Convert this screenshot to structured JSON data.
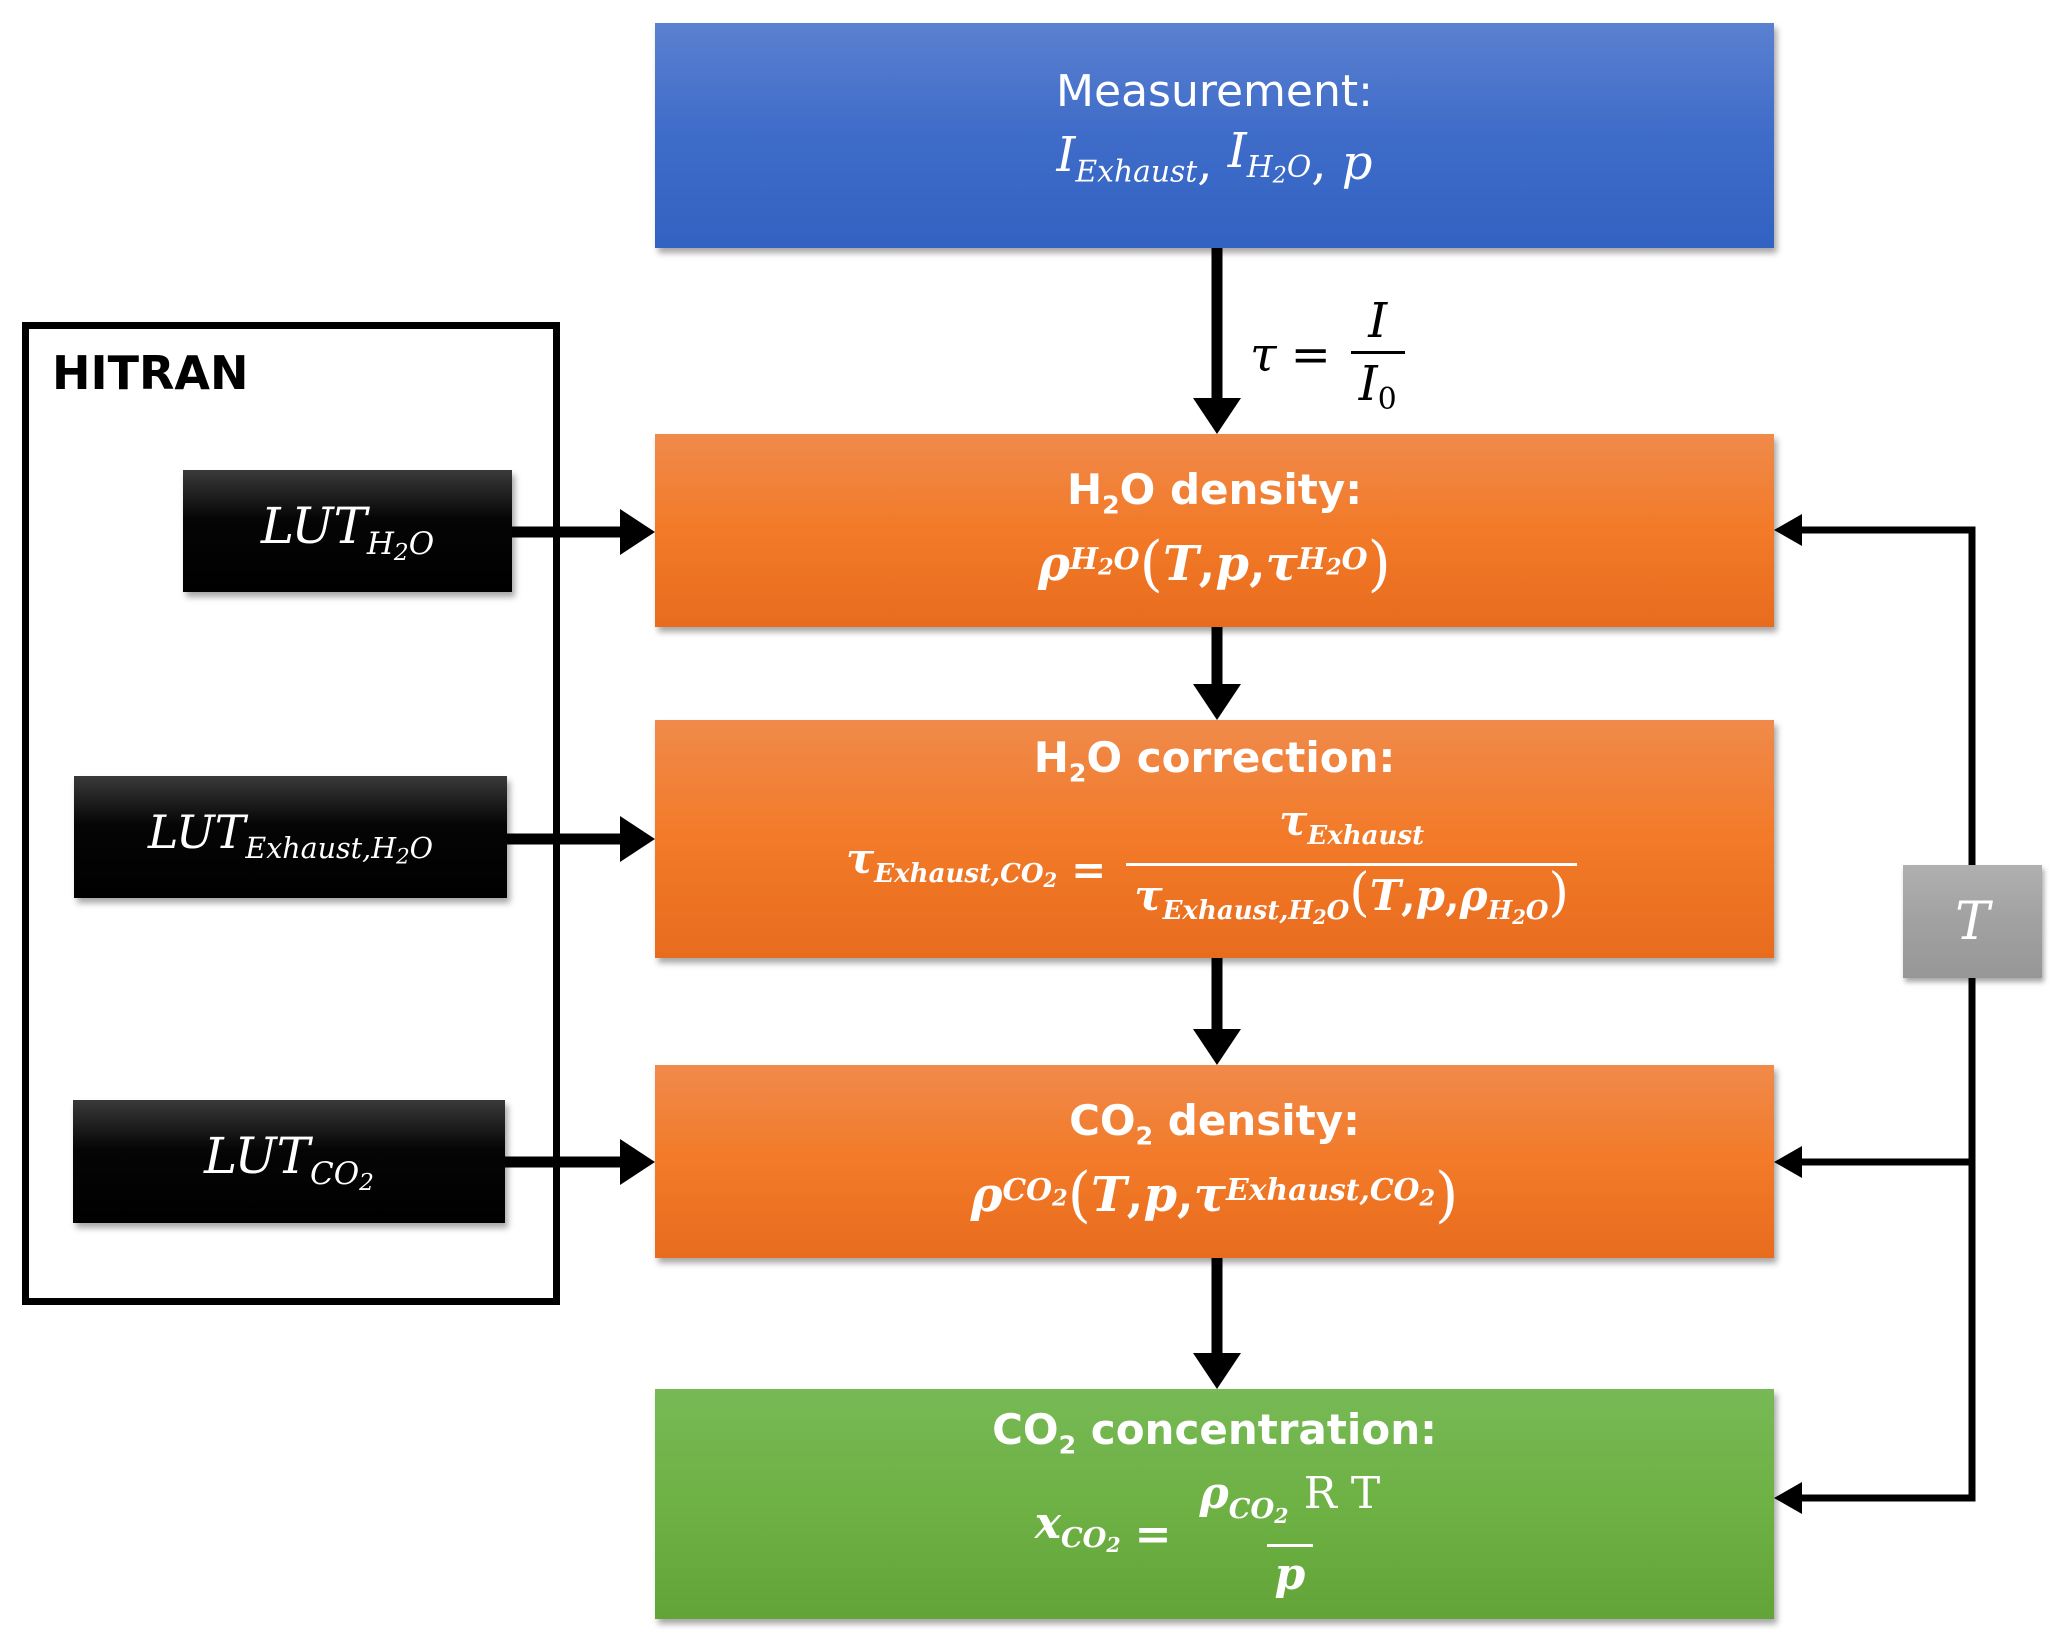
{
  "measurement": {
    "title": "Measurement:",
    "vars": [
      {
        "base": "I",
        "sub": "Exhaust"
      },
      {
        "base": "I",
        "sub_main": "H",
        "sub_num": "2",
        "sub_tail": "O"
      },
      {
        "base": "p"
      }
    ],
    "sep": ", "
  },
  "transmission_formula": {
    "lhs": "τ",
    "eq": "=",
    "numerator": "I",
    "denominator_base": "I",
    "denominator_sub": "0"
  },
  "hitran": {
    "label": "HITRAN",
    "luts": [
      {
        "base": "LUT",
        "sub_main": "H",
        "sub_num": "2",
        "sub_tail": "O"
      },
      {
        "base": "LUT",
        "sub_main": "Exhaust,H",
        "sub_num": "2",
        "sub_tail": "O"
      },
      {
        "base": "LUT",
        "sub_main": "CO",
        "sub_num": "2",
        "sub_tail": ""
      }
    ]
  },
  "h2o_density": {
    "title_pre": "H",
    "title_num": "2",
    "title_post": "O density:",
    "rho": "ρ",
    "rho_sub_main": "H",
    "rho_sub_num": "2",
    "rho_sub_tail": "O",
    "args": [
      "T",
      "p"
    ],
    "tau": "τ",
    "tau_sub_main": "H",
    "tau_sub_num": "2",
    "tau_sub_tail": "O"
  },
  "h2o_correction": {
    "title_pre": "H",
    "title_num": "2",
    "title_post": "O correction:",
    "lhs": "τ",
    "lhs_sub_main": "Exhaust,CO",
    "lhs_sub_num": "2",
    "eq": "=",
    "num": "τ",
    "num_sub": "Exhaust",
    "den": "τ",
    "den_sub_main": "Exhaust,H",
    "den_sub_num": "2",
    "den_sub_tail": "O",
    "den_args": [
      "T",
      "p"
    ],
    "den_rho": "ρ",
    "den_rho_sub_main": "H",
    "den_rho_sub_num": "2",
    "den_rho_sub_tail": "O"
  },
  "co2_density": {
    "title_pre": "CO",
    "title_num": "2",
    "title_post": " density:",
    "rho": "ρ",
    "rho_sub_main": "CO",
    "rho_sub_num": "2",
    "args": [
      "T",
      "p"
    ],
    "tau": "τ",
    "tau_sub_main": "Exhaust,CO",
    "tau_sub_num": "2"
  },
  "co2_concentration": {
    "title_pre": "CO",
    "title_num": "2",
    "title_post": " concentration:",
    "lhs": "x",
    "lhs_sub_main": "CO",
    "lhs_sub_num": "2",
    "eq": "=",
    "num_rho": "ρ",
    "num_rho_sub_main": "CO",
    "num_rho_sub_num": "2",
    "num_rest": "R T",
    "den": "p"
  },
  "temperature_node": {
    "label": "T"
  },
  "colors": {
    "measurement": "#3f6cc9",
    "process": "#f27a28",
    "result": "#6eb144",
    "lut": "#000000",
    "temperature": "#a1a1a1",
    "arrow": "#000000"
  }
}
